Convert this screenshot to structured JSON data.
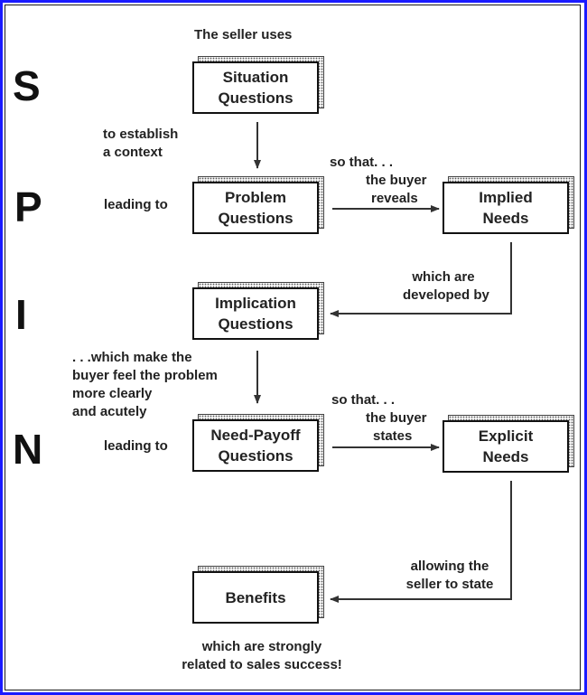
{
  "letters": {
    "s": "S",
    "p": "P",
    "i": "I",
    "n": "N"
  },
  "boxes": {
    "situation": [
      "Situation",
      "Questions"
    ],
    "problem": [
      "Problem",
      "Questions"
    ],
    "implied": [
      "Implied",
      "Needs"
    ],
    "implication": [
      "Implication",
      "Questions"
    ],
    "need_payoff": [
      "Need-Payoff",
      "Questions"
    ],
    "explicit": [
      "Explicit",
      "Needs"
    ],
    "benefits": [
      "Benefits"
    ]
  },
  "labels": {
    "seller_uses": "The seller uses",
    "establish_context": [
      "to establish",
      "a context"
    ],
    "leading_to_1": "leading to",
    "so_that_1": [
      "so that. . .",
      "the buyer",
      "reveals"
    ],
    "developed_by": [
      "which are",
      "developed by"
    ],
    "make_buyer_feel": [
      ". . .which make the",
      "buyer feel the problem",
      "more clearly",
      "and acutely"
    ],
    "leading_to_2": "leading to",
    "so_that_2": [
      "so that. . .",
      "the buyer",
      "states"
    ],
    "allowing_seller": [
      "allowing the",
      "seller to state"
    ],
    "related_success": [
      "which are strongly",
      "related to sales success!"
    ]
  },
  "colors": {
    "frame": "#1a1aff",
    "ink": "#222222"
  }
}
